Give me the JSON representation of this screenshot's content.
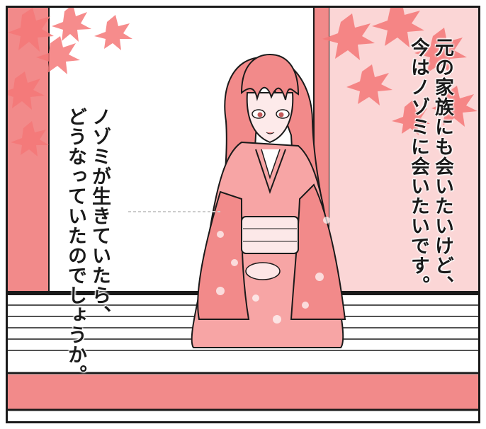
{
  "balloon_right": {
    "lines": [
      "元の家族にも会いたいけど、",
      "今はノゾミに会いたいです。"
    ]
  },
  "balloon_left": {
    "lines": [
      "ノゾミが生きていたら、",
      "どうなっていたのでしょうか。"
    ]
  },
  "colors": {
    "accent_pink": "#f28a8a",
    "light_pink": "#f7b3b3",
    "leaf_pink": "#f57878",
    "ink": "#1a1a1a",
    "paper": "#ffffff"
  }
}
